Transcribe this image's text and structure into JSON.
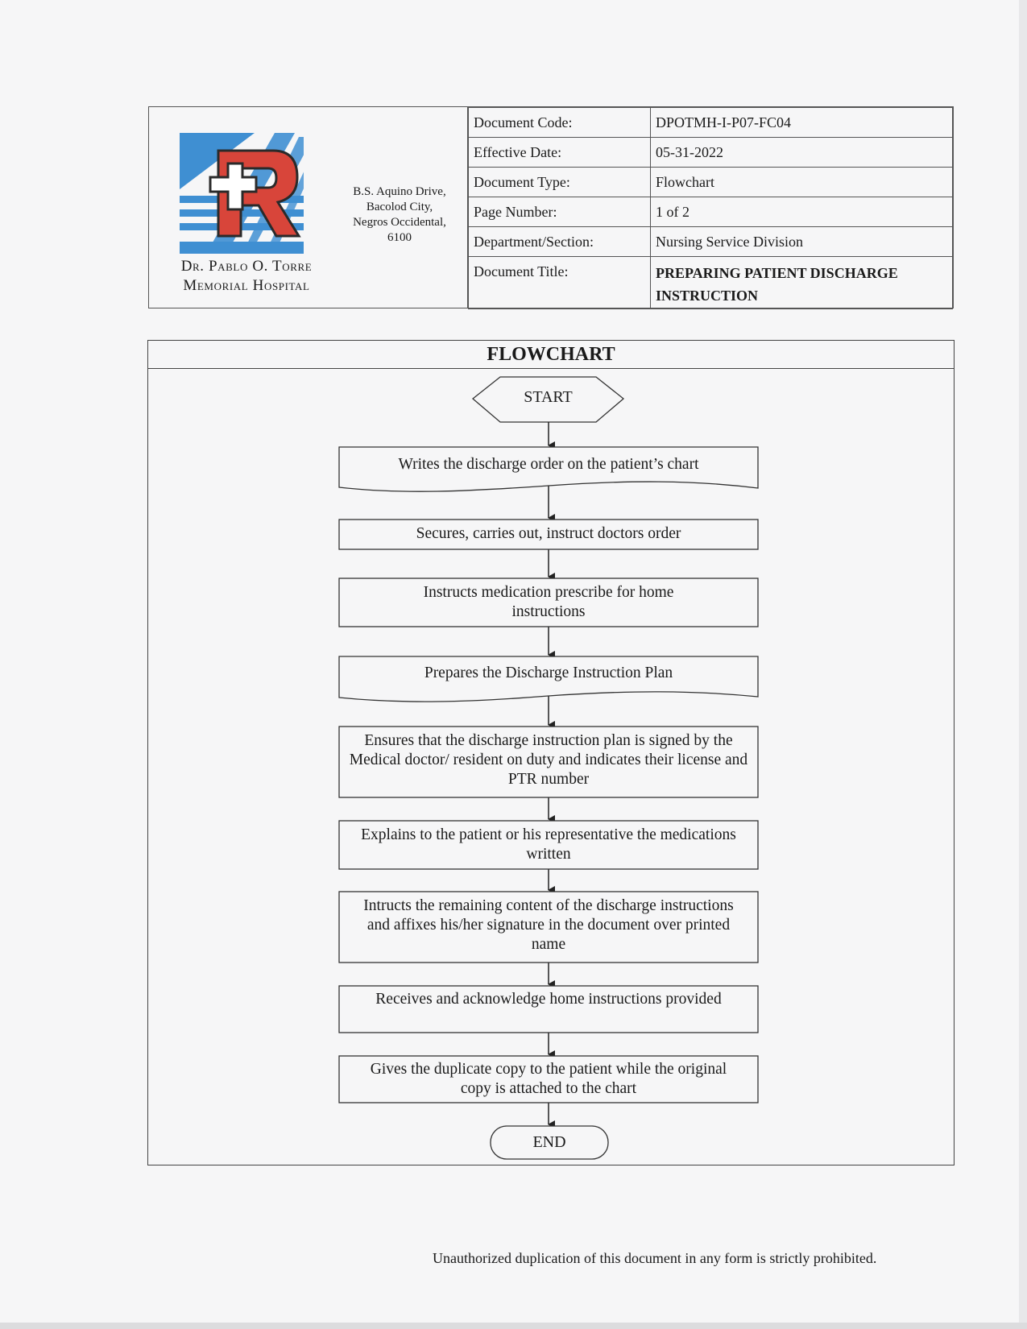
{
  "header": {
    "hospital_name_line1": "Dr. Pablo O. Torre",
    "hospital_name_line2": "Memorial Hospital",
    "address_line1": "B.S. Aquino Drive,",
    "address_line2": "Bacolod City,",
    "address_line3": "Negros Occidental,",
    "address_line4": "6100",
    "rows": [
      {
        "label": "Document Code:",
        "value": "DPOTMH-I-P07-FC04"
      },
      {
        "label": "Effective Date:",
        "value": "05-31-2022"
      },
      {
        "label": "Document Type:",
        "value": "Flowchart"
      },
      {
        "label": "Page Number:",
        "value": "1 of 2"
      },
      {
        "label": "Department/Section:",
        "value": "Nursing Service Division"
      },
      {
        "label": "Document Title:",
        "value": "PREPARING PATIENT DISCHARGE INSTRUCTION"
      }
    ]
  },
  "flowchart": {
    "title": "FLOWCHART",
    "start": "START",
    "end": "END",
    "steps": [
      {
        "text": "Writes the discharge order on the patient’s chart",
        "shape": "document"
      },
      {
        "text": "Secures, carries out, instruct doctors order",
        "shape": "process"
      },
      {
        "text": "Instructs medication prescribe for home instructions",
        "shape": "process"
      },
      {
        "text": "Prepares the Discharge Instruction Plan",
        "shape": "document"
      },
      {
        "text": "Ensures that the discharge instruction plan is signed by the Medical doctor/ resident on duty and indicates their license and PTR number",
        "shape": "process"
      },
      {
        "text": "Explains to the patient or his representative the medications written",
        "shape": "process"
      },
      {
        "text": "Intructs the remaining content of the discharge instructions and affixes his/her signature in the document over printed name",
        "shape": "process"
      },
      {
        "text": "Receives and acknowledge home instructions provided",
        "shape": "process"
      },
      {
        "text": "Gives the duplicate copy to the patient while the original copy is attached to the chart",
        "shape": "process"
      }
    ]
  },
  "colors": {
    "logo_blue": "#3f8fd2",
    "logo_red": "#d8453a",
    "logo_dark": "#2a2a2a"
  },
  "footer": "Unauthorized duplication of this document in any form is strictly prohibited."
}
